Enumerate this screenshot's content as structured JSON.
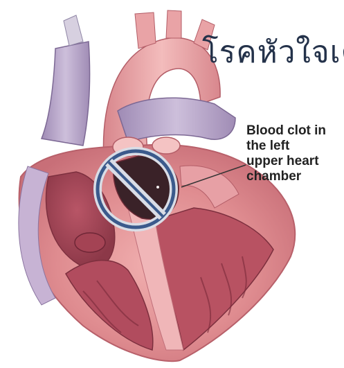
{
  "title": "โรคหัวใจเต",
  "callout": {
    "lines": [
      "Blood clot in",
      "the left",
      "upper heart",
      "chamber"
    ]
  },
  "icons": {
    "heart": "heart-anatomy-illustration",
    "prohibition": "prohibition-icon"
  },
  "colors": {
    "prohibition_ring": "#3b5a8c",
    "prohibition_fill": "#d9dde6",
    "heart_muscle": "#d9848a",
    "heart_light": "#f2bcbc",
    "vessel_purple": "#b6a3c6",
    "title_text": "#24324a"
  }
}
